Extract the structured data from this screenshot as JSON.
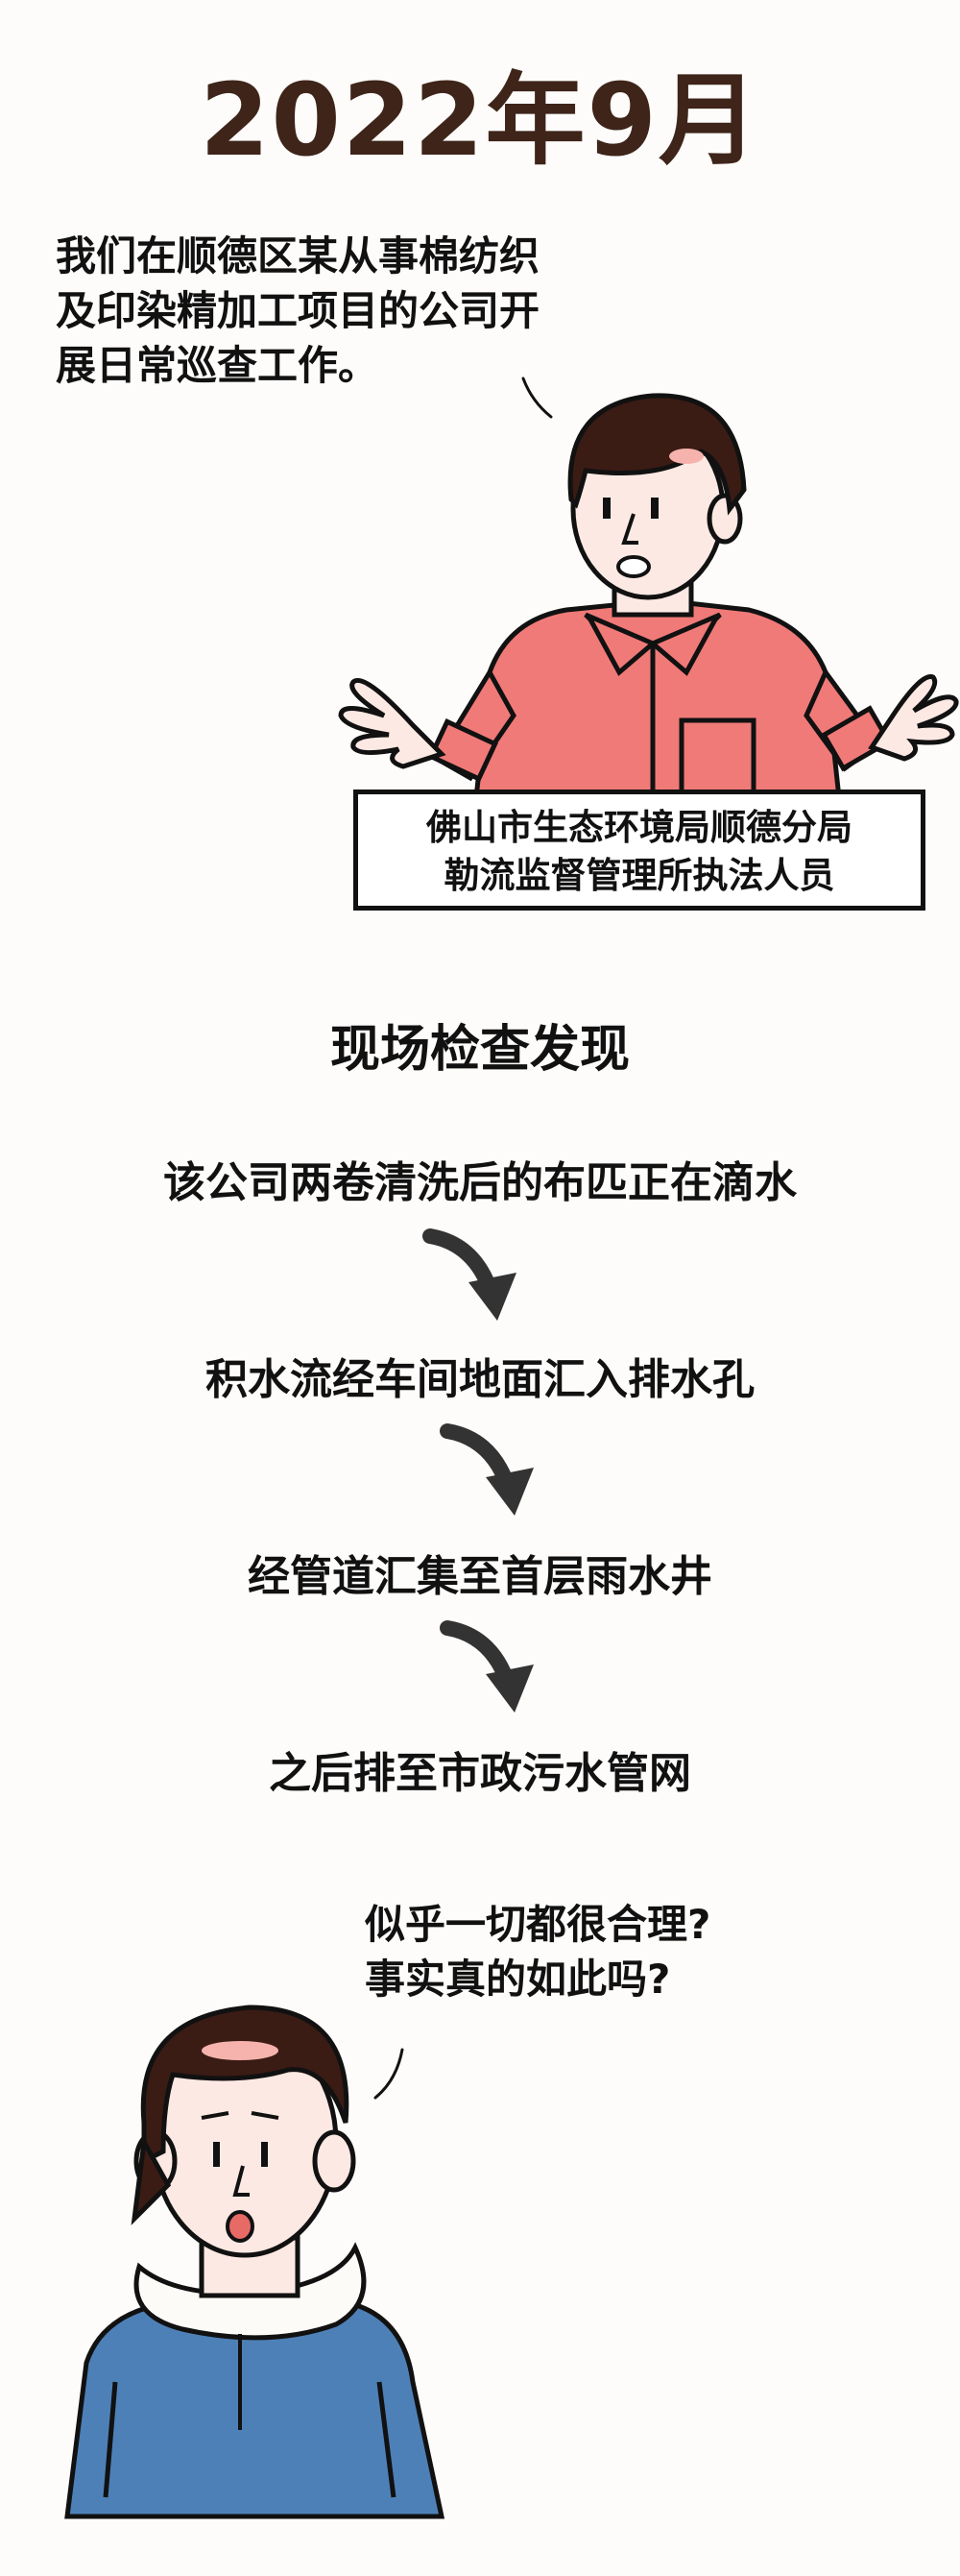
{
  "header": {
    "title": "2022年9月"
  },
  "officer": {
    "speech": "我们在顺德区某从事棉纺织\n及印染精加工项目的公司开\n展日常巡查工作。",
    "label_line1": "佛山市生态环境局顺德分局",
    "label_line2": "勒流监督管理所执法人员"
  },
  "inspection": {
    "title": "现场检查发现",
    "steps": [
      "该公司两卷清洗后的布匹正在滴水",
      "积水流经车间地面汇入排水孔",
      "经管道汇集至首层雨水井",
      "之后排至市政污水管网"
    ]
  },
  "student": {
    "speech": "似乎一切都很合理?\n事实真的如此吗?"
  },
  "colors": {
    "title": "#3e2419",
    "officer_shirt": "#f07a78",
    "hair": "#3a1c14",
    "skin": "#fde9e3",
    "hoodie": "#4e80b8"
  }
}
